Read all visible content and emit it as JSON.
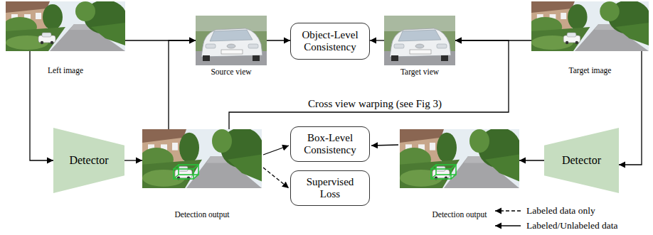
{
  "diagram": {
    "nodes": [
      {
        "text": [
          "Left image"
        ]
      },
      {
        "text": [
          "Source view"
        ]
      },
      {
        "text": [
          "Object-Level Consistency"
        ]
      },
      {
        "text": [
          "Target view"
        ]
      },
      {
        "text": [
          "Target image"
        ]
      },
      {
        "text": [
          "Detector"
        ]
      },
      {
        "text": [
          "Detection output"
        ]
      },
      {
        "text": [
          "Box-Level Consistency"
        ]
      },
      {
        "text": [
          "Supervised Loss"
        ]
      },
      {
        "text": [
          "Detection output"
        ]
      },
      {
        "text": [
          "Detector"
        ]
      }
    ],
    "edges": [
      {
        "from": 0,
        "to": 5,
        "arrow": "to"
      },
      {
        "from": 0,
        "to": 1,
        "arrow": "to"
      },
      {
        "from": 6,
        "to": 1,
        "arrow": "to"
      },
      {
        "from": 1,
        "to": 2,
        "arrow": "to"
      },
      {
        "from": 3,
        "to": 2,
        "arrow": "to"
      },
      {
        "from": 4,
        "to": 3,
        "arrow": "to"
      },
      {
        "from": 6,
        "to": 3,
        "label": "Cross view warping (see Fig 3)",
        "arrow": "to"
      },
      {
        "from": 4,
        "to": 10,
        "arrow": "to"
      },
      {
        "from": 5,
        "to": 6,
        "arrow": "to"
      },
      {
        "from": 10,
        "to": 9,
        "arrow": "to"
      },
      {
        "from": 6,
        "to": 7,
        "arrow": "to"
      },
      {
        "from": 6,
        "to": 8,
        "arrow": "to"
      },
      {
        "from": 9,
        "to": 7,
        "arrow": "to"
      }
    ],
    "legend": [
      {
        "text": "Labeled data only"
      },
      {
        "text": "Labeled/Unlabeled data"
      }
    ]
  }
}
